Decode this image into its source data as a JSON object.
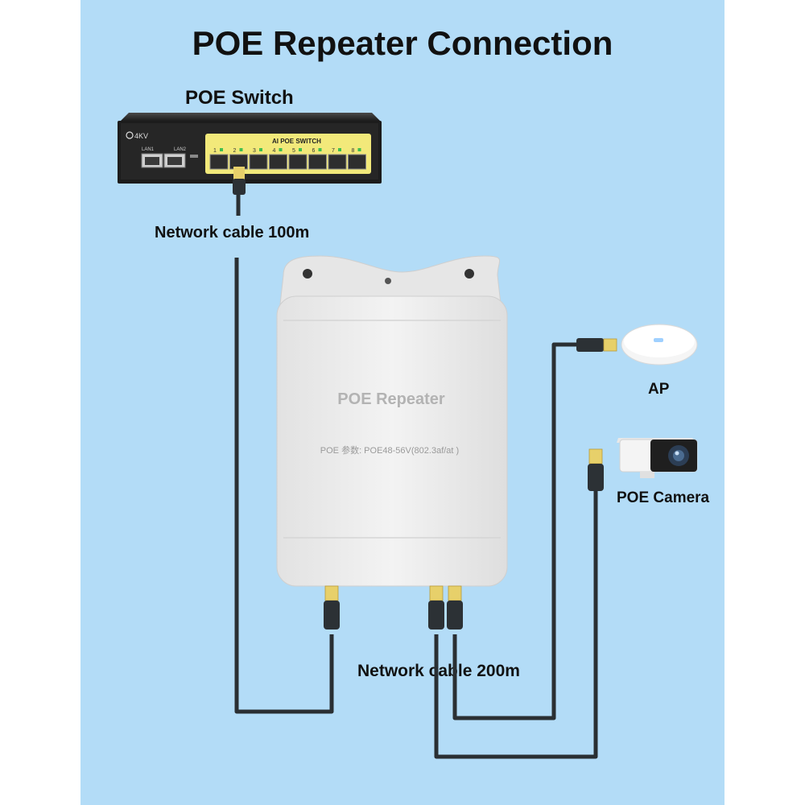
{
  "diagram": {
    "title": "POE Repeater Connection",
    "switch_label": "POE Switch",
    "switch_brand": "4KV",
    "switch_panel_text": "AI POE SWITCH",
    "switch_lan1": "LAN1",
    "switch_lan2": "LAN2",
    "switch_ports": [
      "1",
      "2",
      "3",
      "4",
      "5",
      "6",
      "7",
      "8"
    ],
    "cable_top_label": "Network cable 100m",
    "cable_bottom_label": "Network cable 200m",
    "repeater_label": "POE Repeater",
    "repeater_spec": "POE 参数: POE48-56V(802.3af/at )",
    "ap_label": "AP",
    "camera_label": "POE Camera"
  },
  "colors": {
    "background": "#b3dcf7",
    "cable": "#2a2f33",
    "switch_panel": "#f2e97a",
    "repeater_body": "#ececec"
  }
}
